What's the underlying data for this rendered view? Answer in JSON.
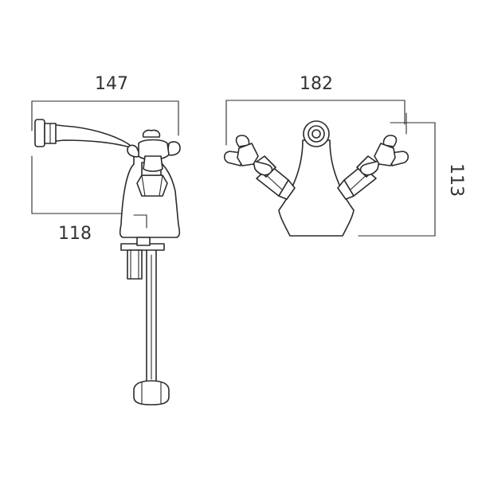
{
  "drawing": {
    "dimensions": {
      "side_width_top": "147",
      "side_width_bottom": "118",
      "front_width": "182",
      "front_height": "113"
    },
    "colors": {
      "stroke": "#2b2b2b",
      "text": "#333333",
      "background": "#ffffff"
    }
  }
}
